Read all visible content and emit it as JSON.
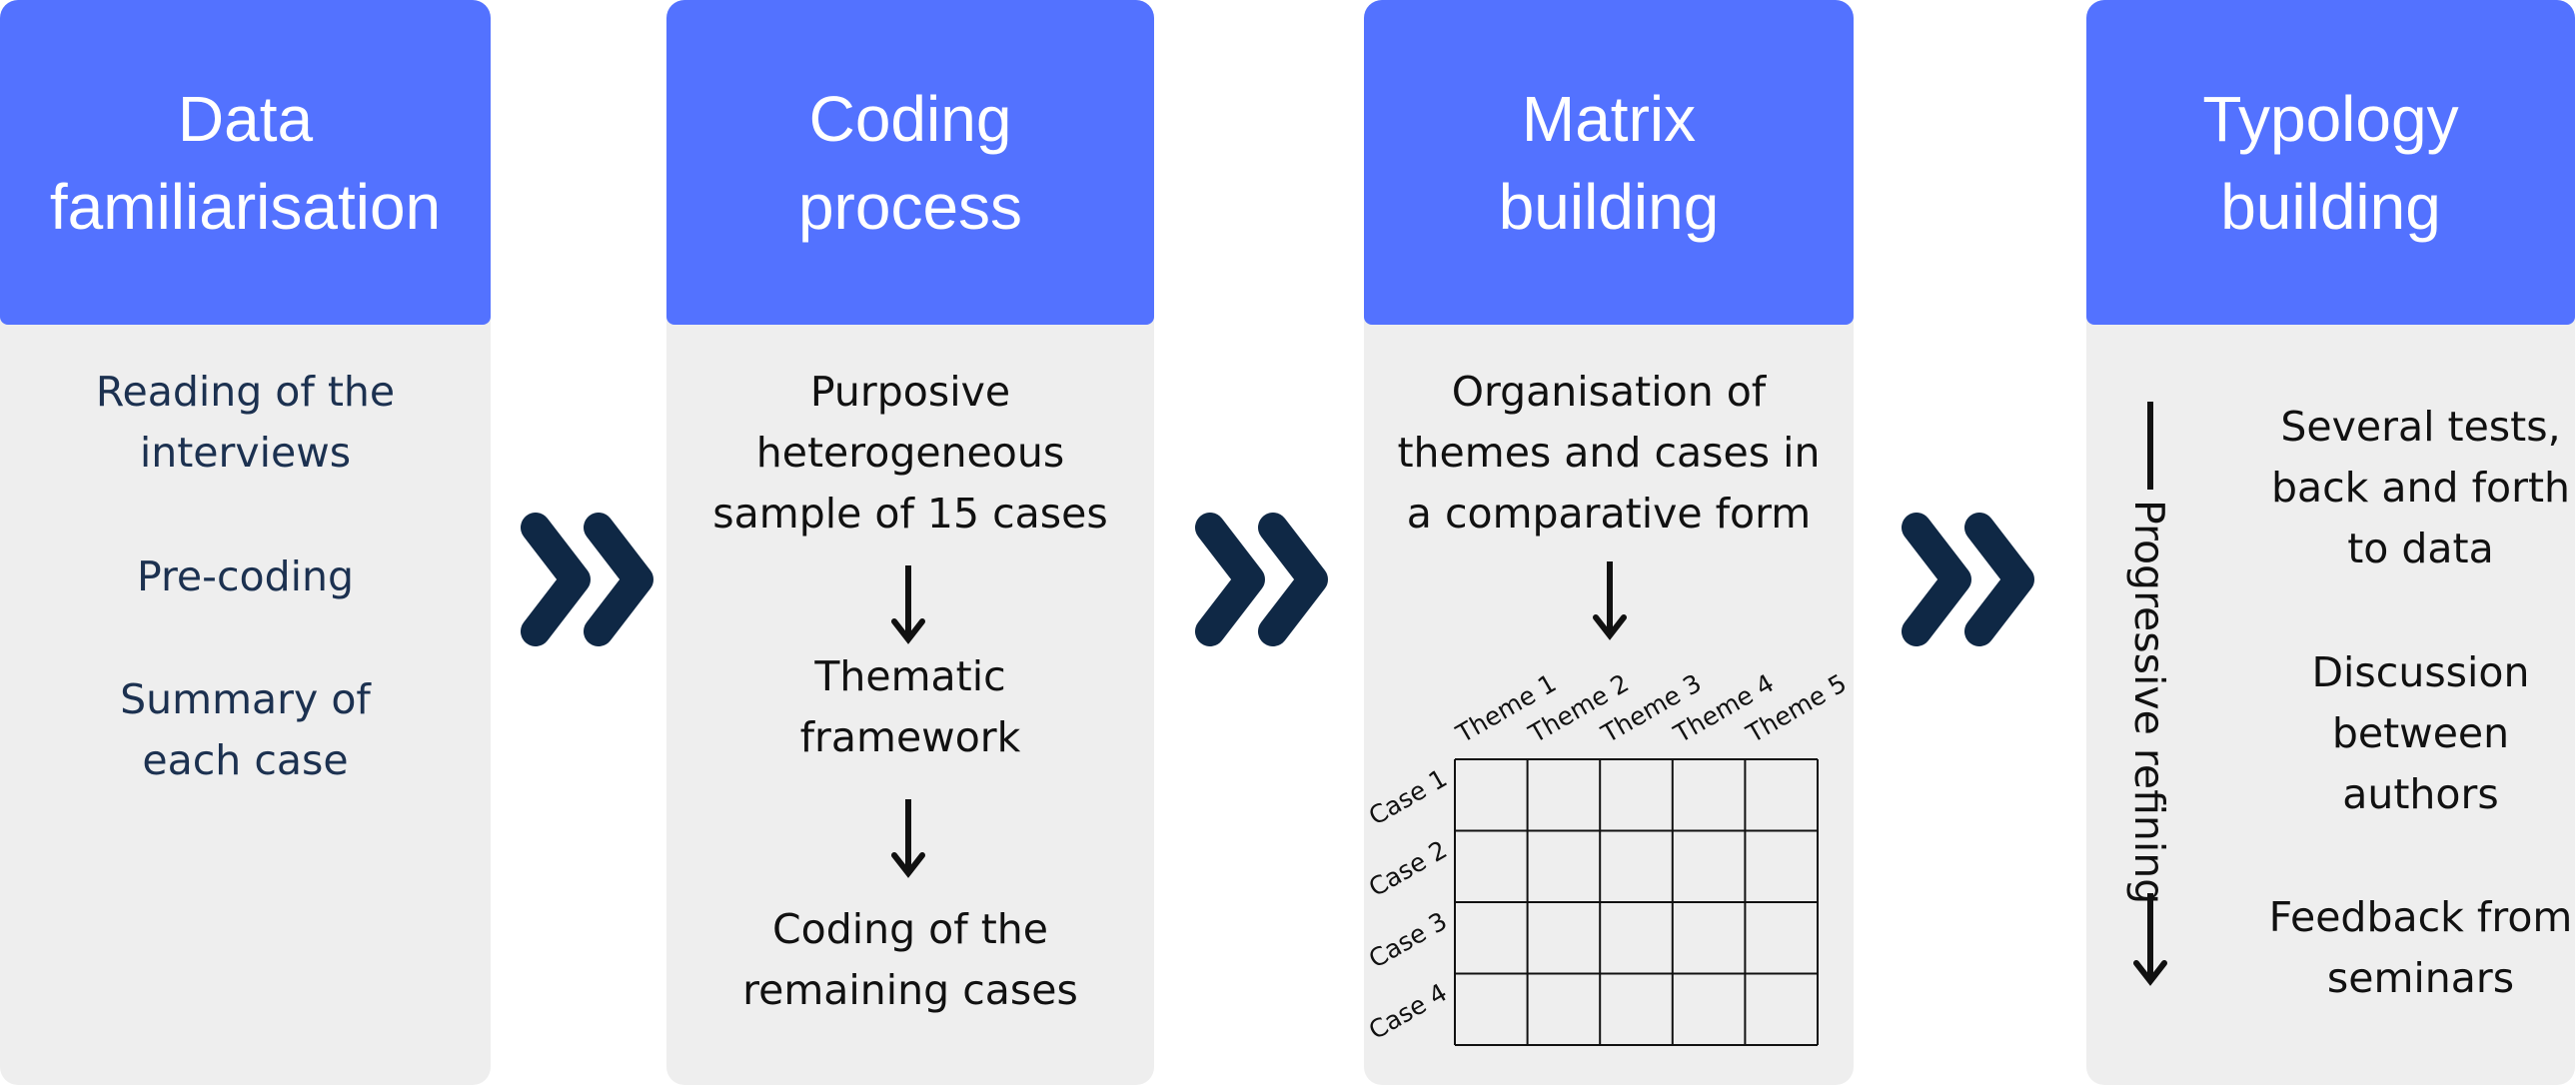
{
  "columns": [
    {
      "title": "Data\nfamiliarisation",
      "items": [
        "Reading of the\ninterviews",
        "Pre-coding",
        "Summary of\neach case"
      ]
    },
    {
      "title": "Coding\nprocess",
      "items": [
        "Purposive\nheterogeneous\nsample of 15 cases",
        "Thematic\nframework",
        "Coding of the\nremaining cases"
      ]
    },
    {
      "title": "Matrix\nbuilding",
      "items": [
        "Organisation of\nthemes and cases in\na comparative form"
      ],
      "matrix": {
        "themes": [
          "Theme 1",
          "Theme 2",
          "Theme 3",
          "Theme 4",
          "Theme 5"
        ],
        "cases": [
          "Case 1",
          "Case 2",
          "Case 3",
          "Case 4"
        ]
      }
    },
    {
      "title": "Typology\nbuilding",
      "items": [
        "Several tests,\nback and forth\nto data",
        "Discussion\nbetween\nauthors",
        "Feedback from\nseminars"
      ],
      "side_label": "Progressive refining"
    }
  ],
  "colors": {
    "header": "#5372ff",
    "panel": "#eeeeee",
    "chevron": "#0f2845",
    "navy_text": "#1c3150"
  }
}
